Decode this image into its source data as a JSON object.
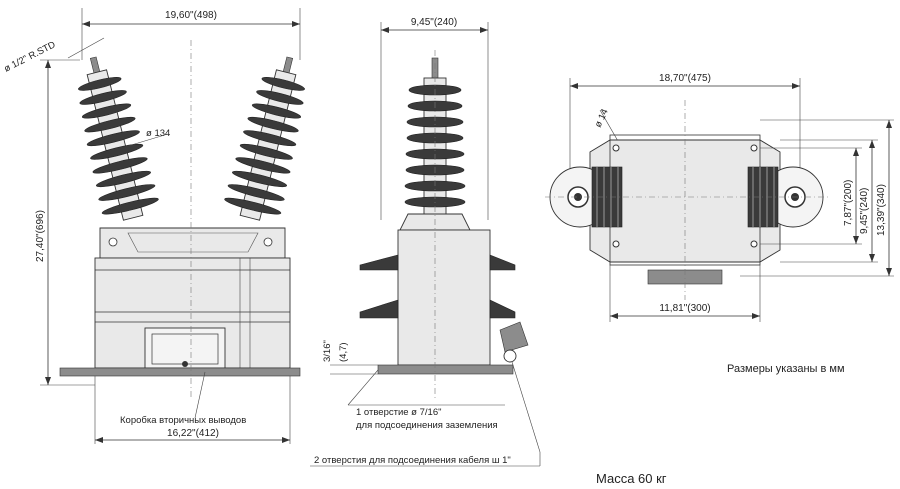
{
  "diagram": {
    "dimensions": {
      "front_width_top": "19,60\"(498)",
      "front_height": "27,40\"(696)",
      "thread": "ø 1/2\" R.STD",
      "insulator_dia": "ø 134",
      "base_width": "16,22\"(412)",
      "side_width": "9,45\"(240)",
      "plate_thickness_in": "3/16\"",
      "plate_thickness_mm": "(4,7)",
      "top_width": "18,70\"(475)",
      "hole_dia": "ø 14",
      "depth_200": "7,87\"(200)",
      "depth_240": "9,45\"(240)",
      "depth_340": "13,39\"(340)",
      "bottom_width": "11,81\"(300)"
    },
    "labels": {
      "secondary_box": "Коробка вторичных выводов",
      "ground_hole_line1": "1 отверстие ø 7/16\"",
      "ground_hole_line2": "для подсоединения заземления",
      "cable_holes": "2 отверстия для подсоединения кабеля ш 1\"",
      "units_note": "Размеры указаны в мм",
      "mass": "Масса 60 кг"
    }
  }
}
